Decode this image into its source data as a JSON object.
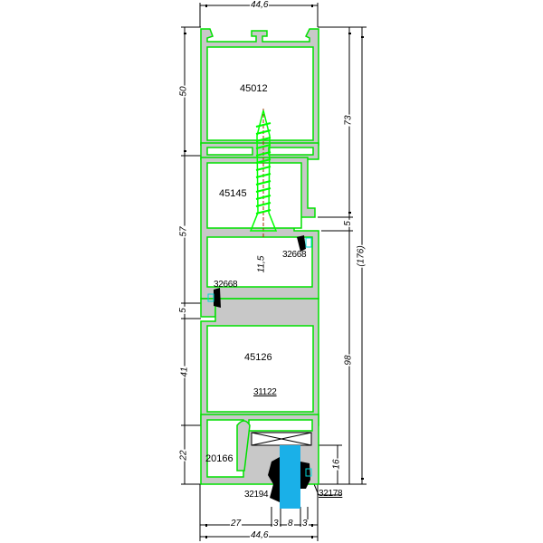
{
  "drawing": {
    "title": "Window profile section",
    "colors": {
      "profile_fill": "#c8c8c8",
      "profile_outline": "#00e000",
      "glass": "#1ab0e8",
      "gasket": "#000000",
      "gasket_outline": "#00d8d8",
      "dim_line": "#000000",
      "screw": "#00ff00",
      "screw_axis": "#a03000"
    },
    "part_labels": [
      {
        "id": "45012",
        "text": "45012"
      },
      {
        "id": "45145",
        "text": "45145"
      },
      {
        "id": "45126",
        "text": "45126"
      },
      {
        "id": "20166",
        "text": "20166"
      },
      {
        "id": "32668_top",
        "text": "32668"
      },
      {
        "id": "32668_mid",
        "text": "32668"
      },
      {
        "id": "31122",
        "text": "31122"
      },
      {
        "id": "32194",
        "text": "32194"
      },
      {
        "id": "32178",
        "text": "32178"
      }
    ],
    "dimensions": {
      "top_width": "44,6",
      "bottom_width": "44,6",
      "bottom_27": "27",
      "bottom_3a": "3",
      "bottom_8": "8",
      "bottom_3b": "3",
      "left_50": "50",
      "left_57": "57",
      "left_5": "5",
      "left_41": "41",
      "left_22": "22",
      "right_73": "73",
      "right_5": "5",
      "right_98": "98",
      "right_16": "16",
      "right_total": "(176)",
      "inner_11_5": "11,5"
    }
  }
}
